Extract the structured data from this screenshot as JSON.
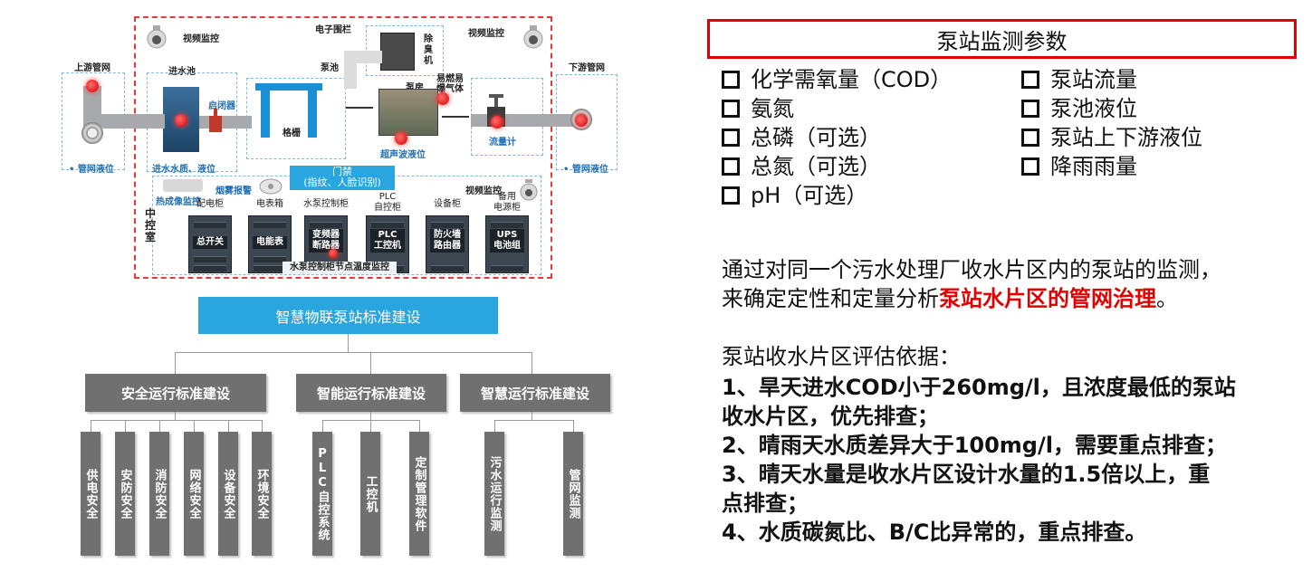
{
  "diagram": {
    "camera_left": "视频监控",
    "electronic_fence": "电子围栏",
    "camera_right": "视频监控",
    "upstream_network": "上游管网",
    "inlet_tank": "进水池",
    "pump_pool": "泵池",
    "deodorizer": "除臭机",
    "downstream_network": "下游管网",
    "gate_valve": "启闭器",
    "pump_house": "泵房",
    "gas_alarm": "易燃易爆气体",
    "grille": "格栅",
    "ultrasonic_level": "超声波液位",
    "flowmeter": "流量计",
    "network_level_left": "• 管网液位",
    "network_level_right": "• 管网液位",
    "inlet_quality": "进水水质、液位",
    "access_control": "门禁\n(指纹、人脸识别)",
    "camera_room": "视频监控",
    "thermal_camera": "热成像监控",
    "smoke_alarm": "烟雾报警",
    "control_room": "中控室",
    "cabinets": [
      {
        "top": "配电柜",
        "label": "总开关"
      },
      {
        "top": "电表箱",
        "label": "电能表"
      },
      {
        "top": "水泵控制柜",
        "label": "变频器\n断路器"
      },
      {
        "top": "PLC\n自控柜",
        "label": "PLC\n工控机"
      },
      {
        "top": "设备柜",
        "label": "防火墙\n路由器"
      },
      {
        "top": "备用\n电源柜",
        "label": "UPS\n电池组"
      }
    ],
    "temperature_monitor": "水泵控制柜节点温度监控"
  },
  "tree": {
    "root": "智慧物联泵站标准建设",
    "branches": [
      {
        "label": "安全运行标准建设",
        "leaves": [
          "供电安全",
          "安防安全",
          "消防安全",
          "网络安全",
          "设备安全",
          "环境安全"
        ]
      },
      {
        "label": "智能运行标准建设",
        "leaves": [
          "PLC自控系统",
          "工控机",
          "定制管理软件"
        ]
      },
      {
        "label": "智慧运行标准建设",
        "leaves": [
          "污水运行监测",
          "管网监测"
        ]
      }
    ]
  },
  "params": {
    "title": "泵站监测参数",
    "left_items": [
      "化学需氧量（COD）",
      "氨氮",
      "总磷（可选）",
      "总氮（可选）",
      "pH（可选）"
    ],
    "right_items": [
      "泵站流量",
      "泵池液位",
      "泵站上下游液位",
      "降雨雨量"
    ]
  },
  "description": {
    "line1": "通过对同一个污水处理厂收水片区内的泵站的监测，",
    "line2_prefix": "来确定定性和定量分析",
    "line2_highlight": "泵站水片区的管网治理",
    "line2_suffix": "。"
  },
  "criteria": {
    "heading": "泵站收水片区评估依据：",
    "lines": [
      "1、旱天进水COD小于260mg/l，且浓度最低的泵站",
      "收水片区，优先排查；",
      "2、晴雨天水质差异大于100mg/l，需要重点排查；",
      "3、晴天水量是收水片区设计水量的1.5倍以上，重",
      "点排查；",
      "4、水质碳氮比、B/C比异常的，重点排查。"
    ]
  },
  "colors": {
    "accent_blue": "#29a5df",
    "alert_red": "#e10000",
    "box_gray": "#707070"
  }
}
